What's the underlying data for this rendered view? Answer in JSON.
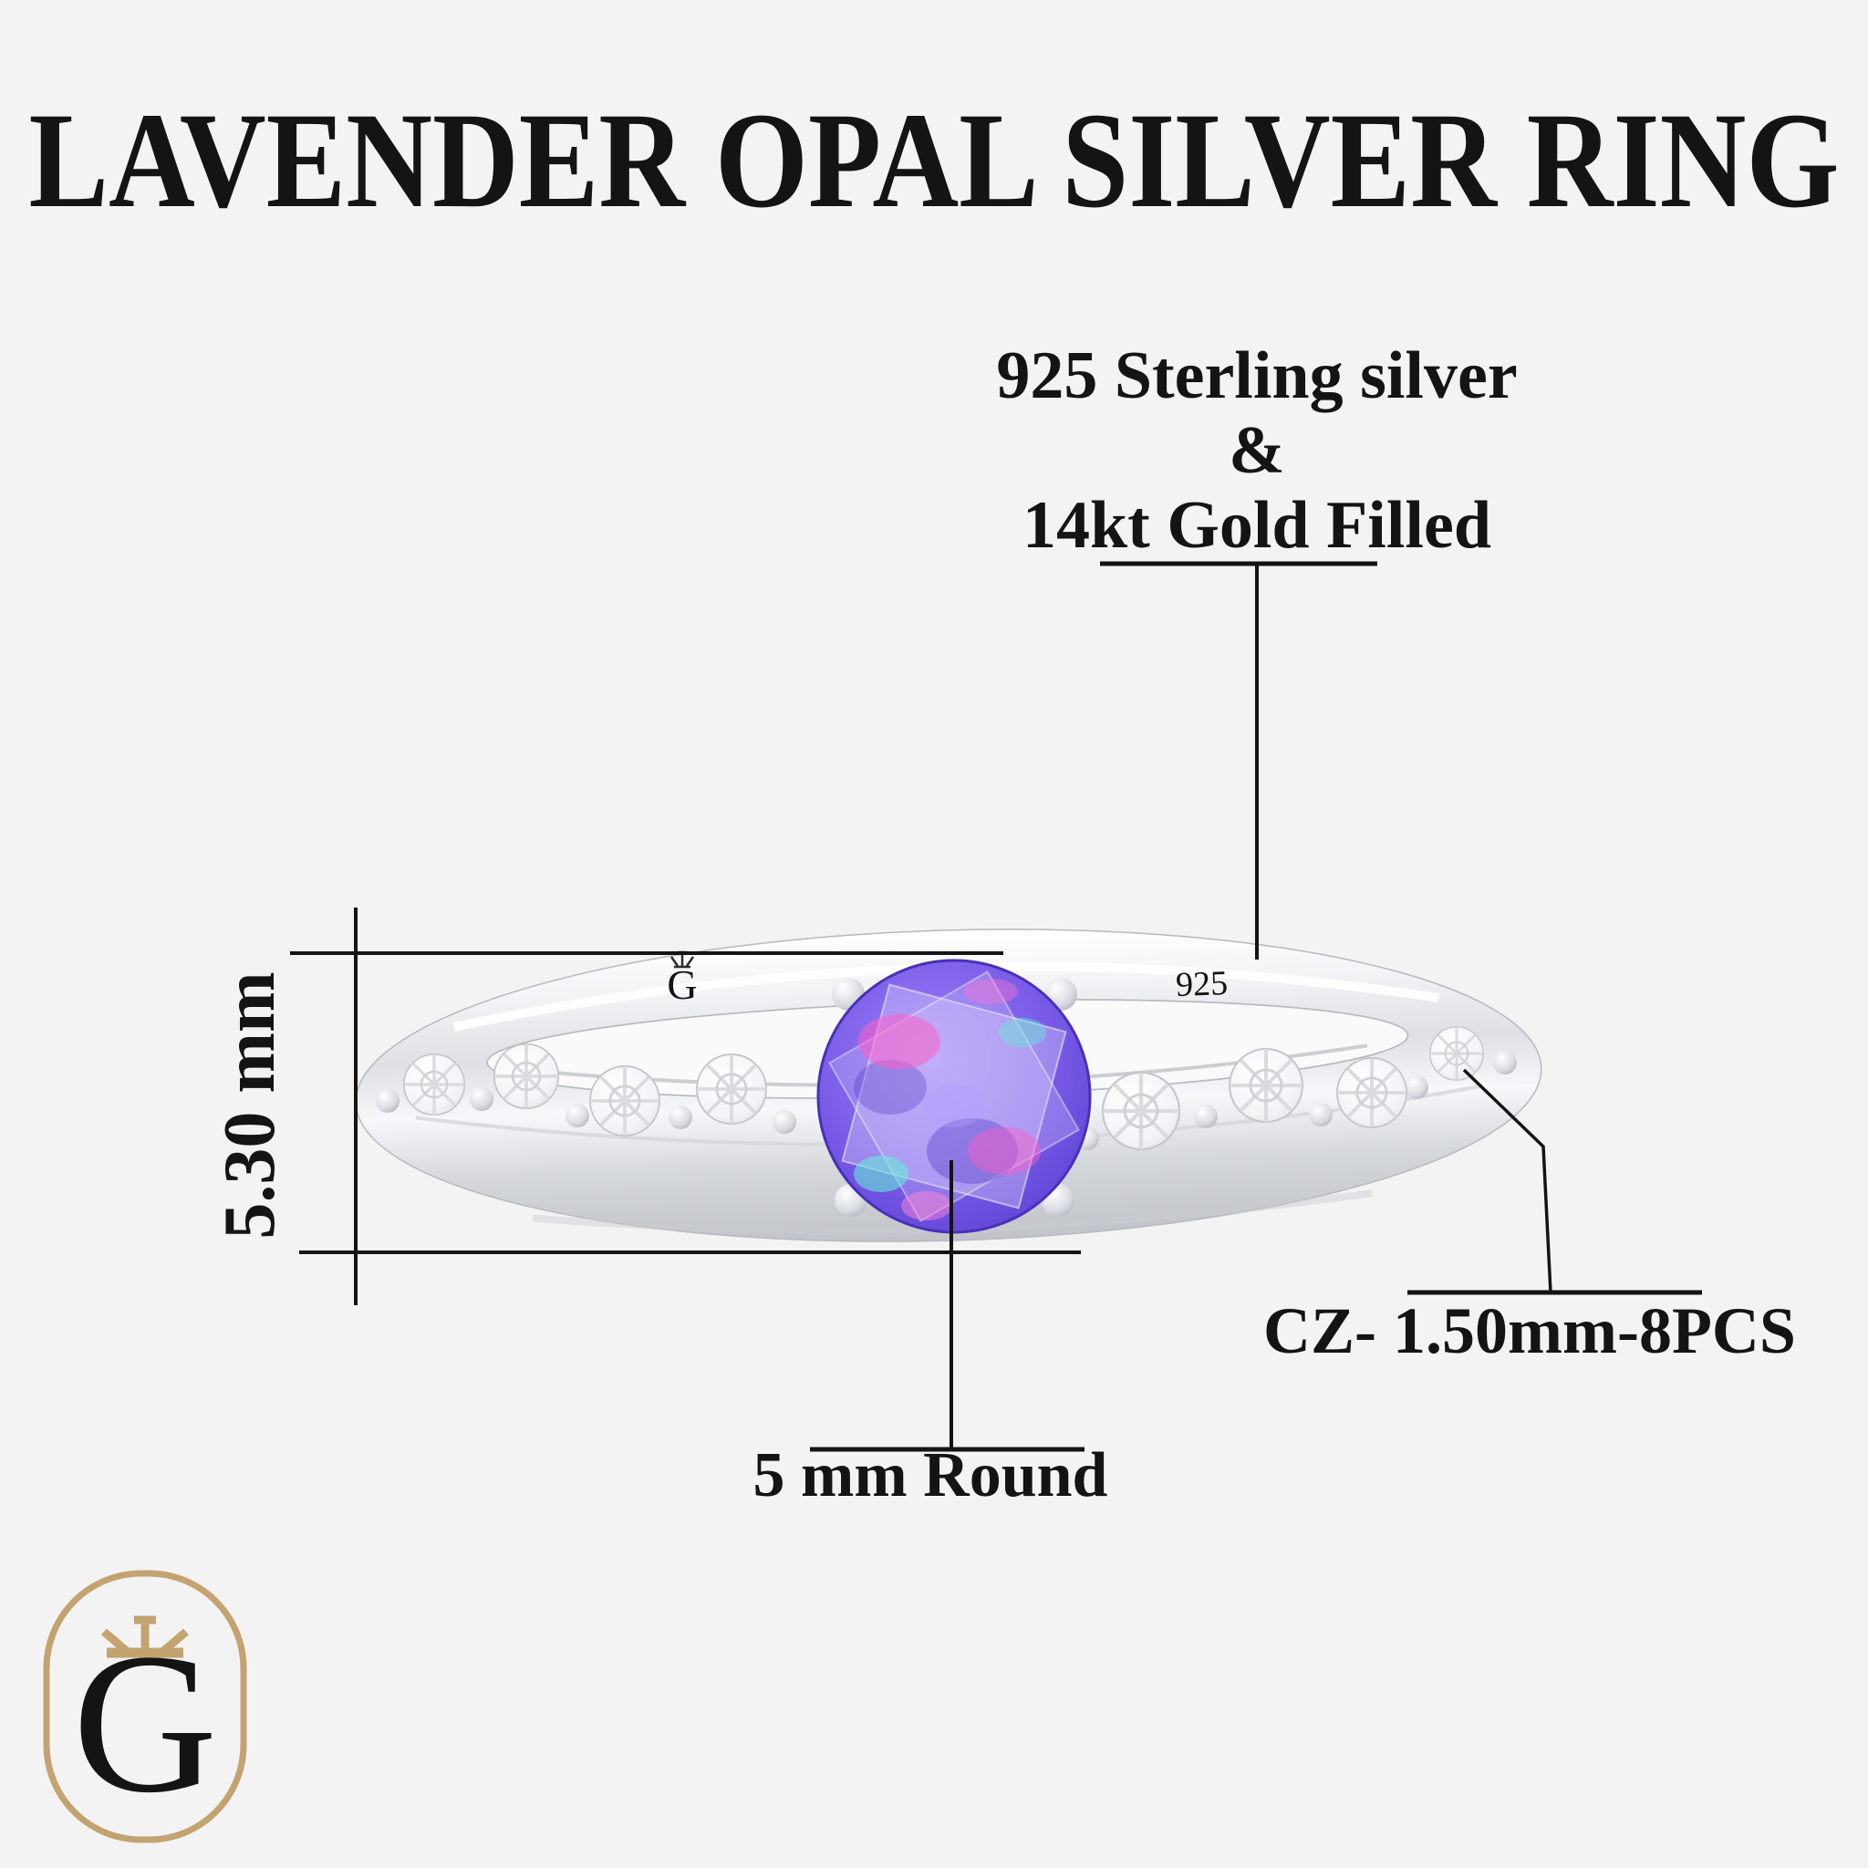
{
  "title": "LAVENDER OPAL SILVER RING",
  "material_callout": {
    "line1": "925 Sterling silver",
    "line2": "&",
    "line3": "14kt Gold Filled"
  },
  "dimension_callouts": {
    "band_height": "5.30 mm",
    "center_stone": "5 mm Round",
    "side_stones": "CZ- 1.50mm-8PCS"
  },
  "ring": {
    "engraving_maker_mark": "G",
    "engraving_hallmark": "925"
  },
  "logo": {
    "letter": "G"
  },
  "colors": {
    "background": "#f3f3f4",
    "annotation_line": "#141414",
    "text": "#141414",
    "logo_gold": "#c3a36f",
    "silver": "#dfe2e6",
    "opal_purple": "#6c50dc",
    "opal_flash_pink": "#ff5ec8",
    "opal_flash_cyan": "#66e9d7",
    "engraving": "#2b2b2b"
  }
}
